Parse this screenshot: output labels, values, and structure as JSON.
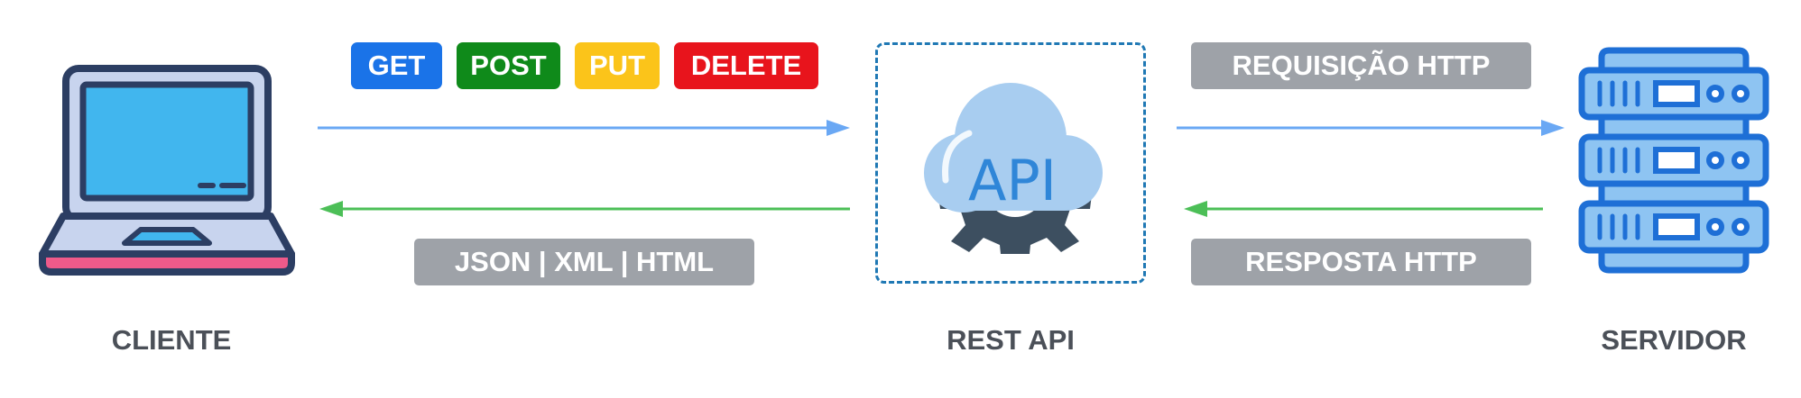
{
  "methods": {
    "get": "GET",
    "post": "POST",
    "put": "PUT",
    "delete": "DELETE"
  },
  "labels": {
    "response_formats": "JSON | XML | HTML",
    "http_request": "REQUISIÇÃO HTTP",
    "http_response": "RESPOSTA HTTP"
  },
  "nodes": {
    "client": "CLIENTE",
    "rest_api": "REST API",
    "server": "SERVIDOR"
  },
  "api_icon_text": "API",
  "icons": {
    "client": "laptop-icon",
    "api": "cloud-gear-api-icon",
    "server": "server-rack-icon"
  },
  "colors": {
    "get": "#1a73e8",
    "post": "#0f8a1a",
    "put": "#fbc41a",
    "delete": "#e8141c",
    "request_arrow": "#6aa8f4",
    "response_arrow": "#4cbf57",
    "pill": "#9ea2a8",
    "caption": "#4b5058"
  }
}
